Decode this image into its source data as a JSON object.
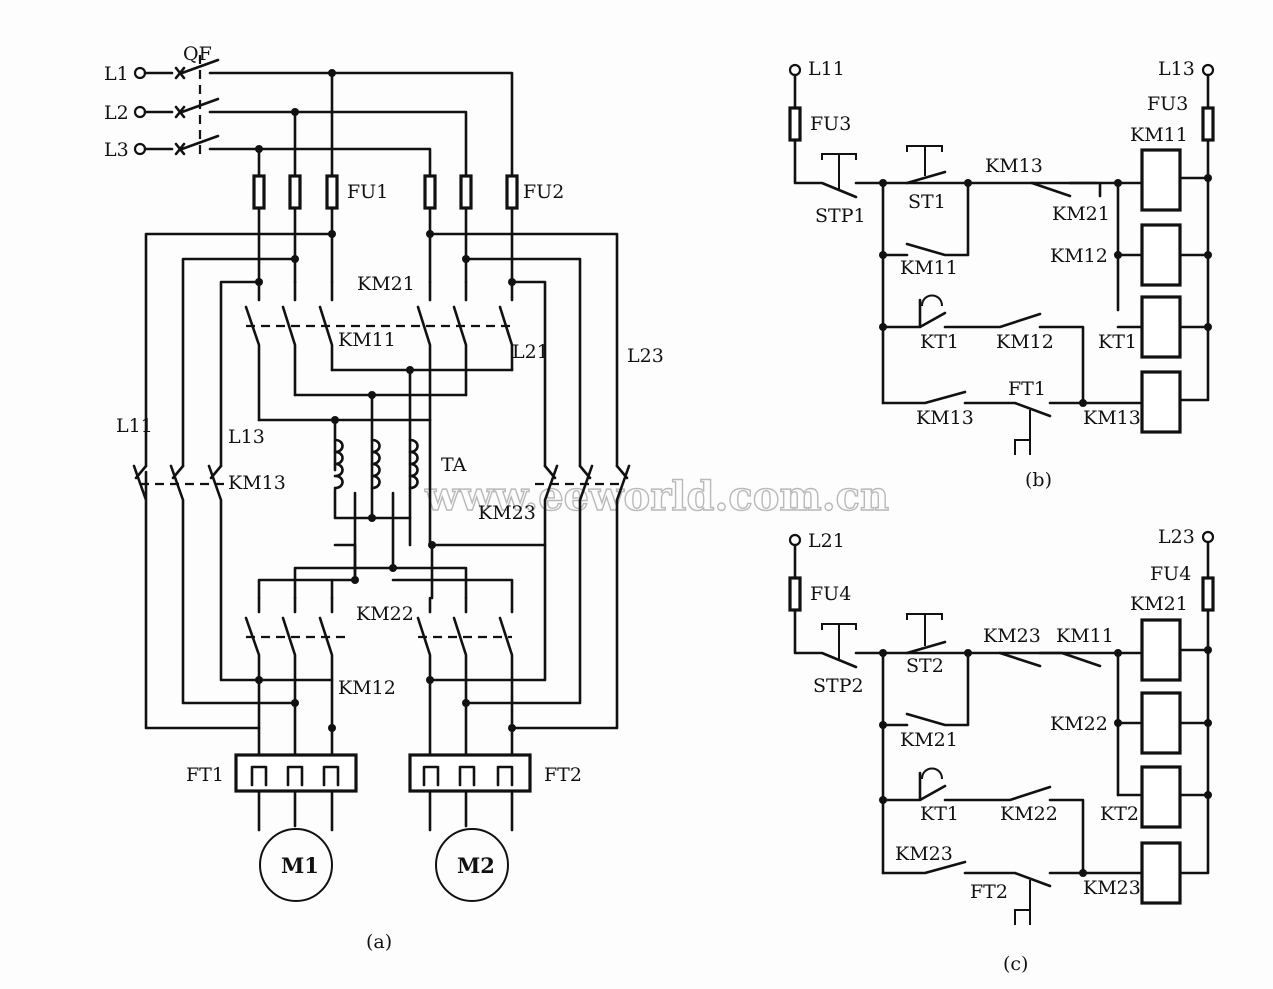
{
  "watermark": "www.eeworld.com.cn",
  "diagram_a": {
    "caption": "(a)",
    "phases": [
      "L1",
      "L2",
      "L3"
    ],
    "breaker": "QF",
    "fuses": [
      "FU1",
      "FU2"
    ],
    "contactors": [
      "KM11",
      "KM21",
      "KM13",
      "KM23",
      "KM12",
      "KM22"
    ],
    "branch_labels": [
      "L11",
      "L13",
      "L21",
      "L23"
    ],
    "transformer": "TA",
    "overloads": [
      "FT1",
      "FT2"
    ],
    "motors": [
      "M1",
      "M2"
    ]
  },
  "diagram_b": {
    "caption": "(b)",
    "supply": [
      "L11",
      "L13"
    ],
    "fuse": "FU3",
    "stop": "STP1",
    "start": "ST1",
    "labels": [
      "KM13",
      "KM21",
      "KM11",
      "KT1",
      "KM12",
      "FT1"
    ],
    "coils": [
      "KM11",
      "KM12",
      "KT1",
      "KM13"
    ]
  },
  "diagram_c": {
    "caption": "(c)",
    "supply": [
      "L21",
      "L23"
    ],
    "fuse": "FU4",
    "stop": "STP2",
    "start": "ST2",
    "labels": [
      "KM23",
      "KM11",
      "KM21",
      "KT1",
      "KM22",
      "FT2"
    ],
    "coils": [
      "KM21",
      "KM22",
      "KT2",
      "KM23"
    ]
  }
}
